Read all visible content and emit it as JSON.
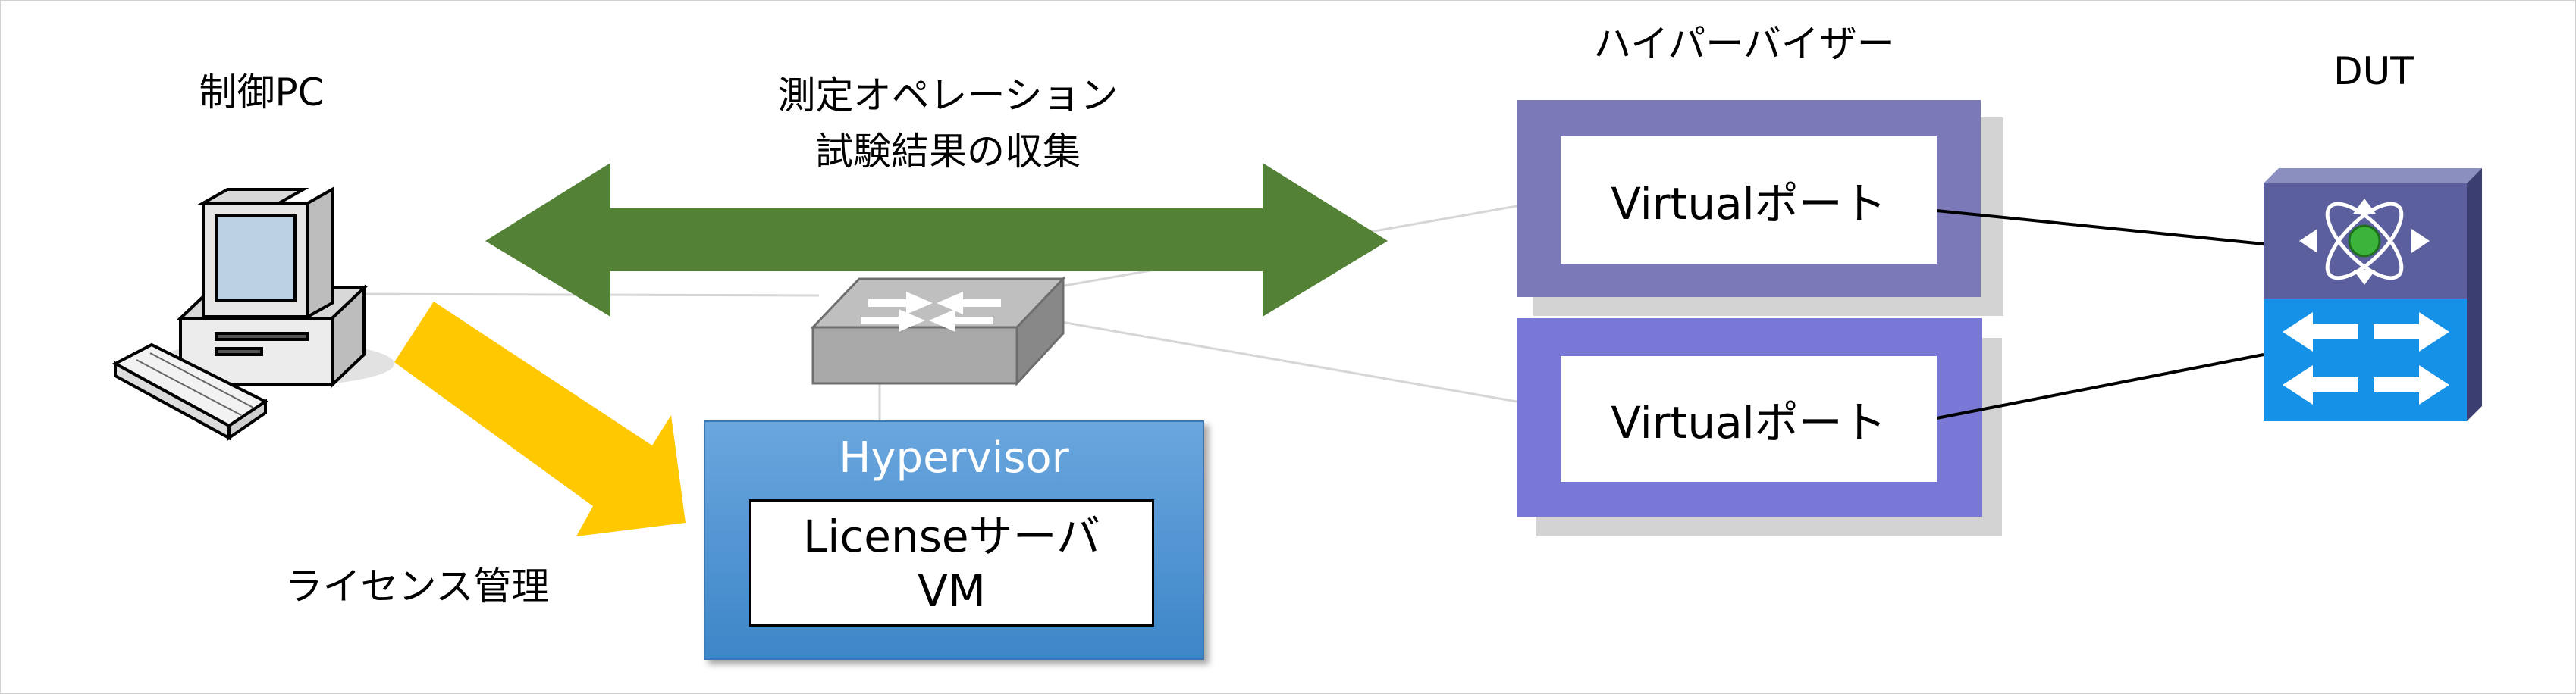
{
  "labels": {
    "control_pc": "制御PC",
    "hypervisor_group": "ハイパーバイザー",
    "dut": "DUT",
    "operation_line1": "測定オペレーション",
    "operation_line2": "試験結果の収集",
    "license_management": "ライセンス管理"
  },
  "hypervisor_block": {
    "title": "Hypervisor",
    "vm_line1": "Licenseサーバ",
    "vm_line2": "VM"
  },
  "virtual_ports": [
    {
      "label": "Virtualポート"
    },
    {
      "label": "Virtualポート"
    }
  ],
  "icons": [
    "desktop-pc-icon",
    "network-switch-icon",
    "router-switch-icon",
    "double-arrow-icon",
    "license-arrow-icon"
  ],
  "colors": {
    "green_arrow": "#538135",
    "yellow_arrow": "#ffc800",
    "port_box_1": "#7b79b7",
    "port_box_2": "#7a78d6",
    "hypervisor_blue": "#4a90d0",
    "dut_top": "#5b5f9e",
    "dut_bottom": "#1592e8"
  }
}
